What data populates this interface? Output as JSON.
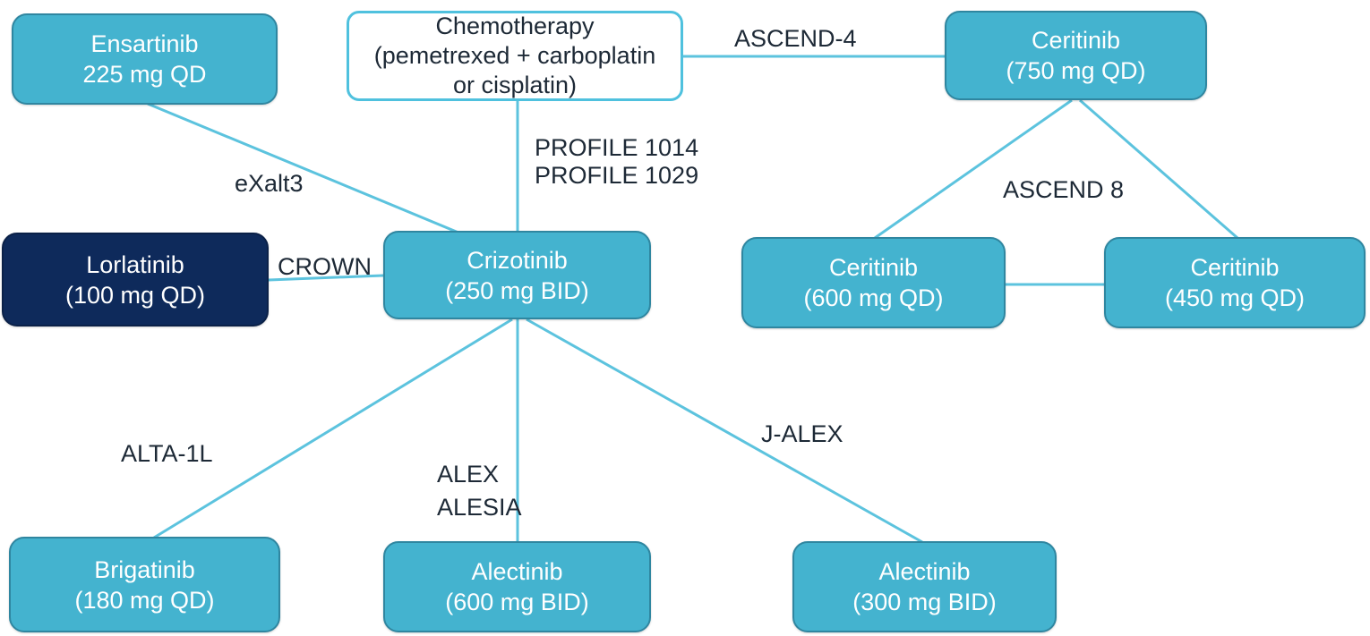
{
  "diagram": {
    "description_colors": {
      "node_fill_teal": "#44b3cf",
      "node_border_teal": "#2f86a0",
      "node_fill_navy": "#0e2a5b",
      "outline_box_border": "#4fc1de",
      "edge_line": "#5cc3de",
      "label_text": "#1d2936",
      "node_text": "#ffffff"
    },
    "nodes": [
      {
        "id": "ensartinib",
        "style": "teal",
        "lines": [
          "Ensartinib",
          "225 mg QD"
        ]
      },
      {
        "id": "chemotherapy",
        "style": "outline",
        "lines": [
          "Chemotherapy",
          "(pemetrexed + carboplatin",
          "or cisplatin)"
        ]
      },
      {
        "id": "ceritinib750",
        "style": "teal",
        "lines": [
          "Ceritinib",
          "(750 mg QD)"
        ]
      },
      {
        "id": "lorlatinib",
        "style": "navy",
        "lines": [
          "Lorlatinib",
          "(100 mg QD)"
        ]
      },
      {
        "id": "crizotinib",
        "style": "teal",
        "lines": [
          "Crizotinib",
          "(250 mg BID)"
        ]
      },
      {
        "id": "ceritinib600",
        "style": "teal",
        "lines": [
          "Ceritinib",
          "(600 mg QD)"
        ]
      },
      {
        "id": "ceritinib450",
        "style": "teal",
        "lines": [
          "Ceritinib",
          "(450 mg QD)"
        ]
      },
      {
        "id": "brigatinib",
        "style": "teal",
        "lines": [
          "Brigatinib",
          "(180 mg QD)"
        ]
      },
      {
        "id": "alectinib600",
        "style": "teal",
        "lines": [
          "Alectinib",
          "(600 mg BID)"
        ]
      },
      {
        "id": "alectinib300",
        "style": "teal",
        "lines": [
          "Alectinib",
          "(300 mg BID)"
        ]
      }
    ],
    "labels": {
      "exalt3": "eXalt3",
      "profile_1": "PROFILE 1014",
      "profile_2": "PROFILE 1029",
      "ascend4": "ASCEND-4",
      "ascend8": "ASCEND 8",
      "crown": "CROWN",
      "alta1l": "ALTA-1L",
      "alex": "ALEX",
      "alesia": "ALESIA",
      "jalex": "J-ALEX"
    },
    "edges": [
      {
        "from": "Ensartinib 225 mg QD",
        "to": "Crizotinib (250 mg BID)",
        "trial": "eXalt3"
      },
      {
        "from": "Chemotherapy (pemetrexed + carboplatin or cisplatin)",
        "to": "Crizotinib (250 mg BID)",
        "trial": "PROFILE 1014 / PROFILE 1029"
      },
      {
        "from": "Chemotherapy (pemetrexed + carboplatin or cisplatin)",
        "to": "Ceritinib (750 mg QD)",
        "trial": "ASCEND-4"
      },
      {
        "from": "Ceritinib (750 mg QD)",
        "to": "Ceritinib (600 mg QD)",
        "trial": "ASCEND 8"
      },
      {
        "from": "Ceritinib (750 mg QD)",
        "to": "Ceritinib (450 mg QD)",
        "trial": "ASCEND 8"
      },
      {
        "from": "Ceritinib (600 mg QD)",
        "to": "Ceritinib (450 mg QD)",
        "trial": ""
      },
      {
        "from": "Lorlatinib (100 mg QD)",
        "to": "Crizotinib (250 mg BID)",
        "trial": "CROWN"
      },
      {
        "from": "Crizotinib (250 mg BID)",
        "to": "Brigatinib (180 mg QD)",
        "trial": "ALTA-1L"
      },
      {
        "from": "Crizotinib (250 mg BID)",
        "to": "Alectinib (600 mg BID)",
        "trial": "ALEX / ALESIA"
      },
      {
        "from": "Crizotinib (250 mg BID)",
        "to": "Alectinib (300 mg BID)",
        "trial": "J-ALEX"
      }
    ]
  }
}
